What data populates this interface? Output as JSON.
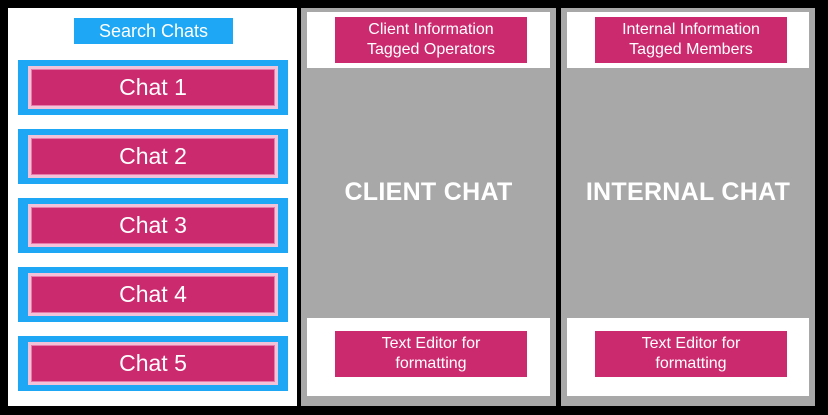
{
  "sidebar": {
    "search_label": "Search Chats",
    "chats": [
      "Chat 1",
      "Chat 2",
      "Chat 3",
      "Chat 4",
      "Chat 5"
    ]
  },
  "client_panel": {
    "header_line1": "Client Information",
    "header_line2": "Tagged Operators",
    "title": "CLIENT CHAT",
    "editor_line1": "Text Editor for",
    "editor_line2": "formatting"
  },
  "internal_panel": {
    "header_line1": "Internal Information",
    "header_line2": "Tagged Members",
    "title": "INTERNAL CHAT",
    "editor_line1": "Text Editor for",
    "editor_line2": "formatting"
  },
  "colors": {
    "accent_blue": "#1ea7f5",
    "accent_pink": "#cc2a6f",
    "panel_gray": "#a8a8a8"
  }
}
